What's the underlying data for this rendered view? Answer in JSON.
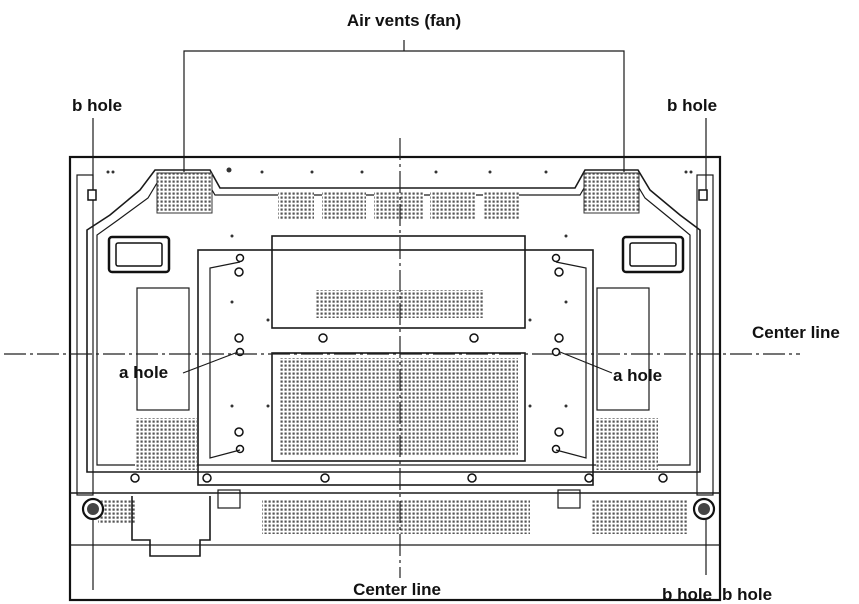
{
  "labels": {
    "air_vents": "Air vents (fan)",
    "b_hole": "b hole",
    "a_hole": "a hole",
    "center_line": "Center line"
  },
  "colors": {
    "ink": "#111111",
    "grille": "#555555",
    "background": "#ffffff"
  }
}
